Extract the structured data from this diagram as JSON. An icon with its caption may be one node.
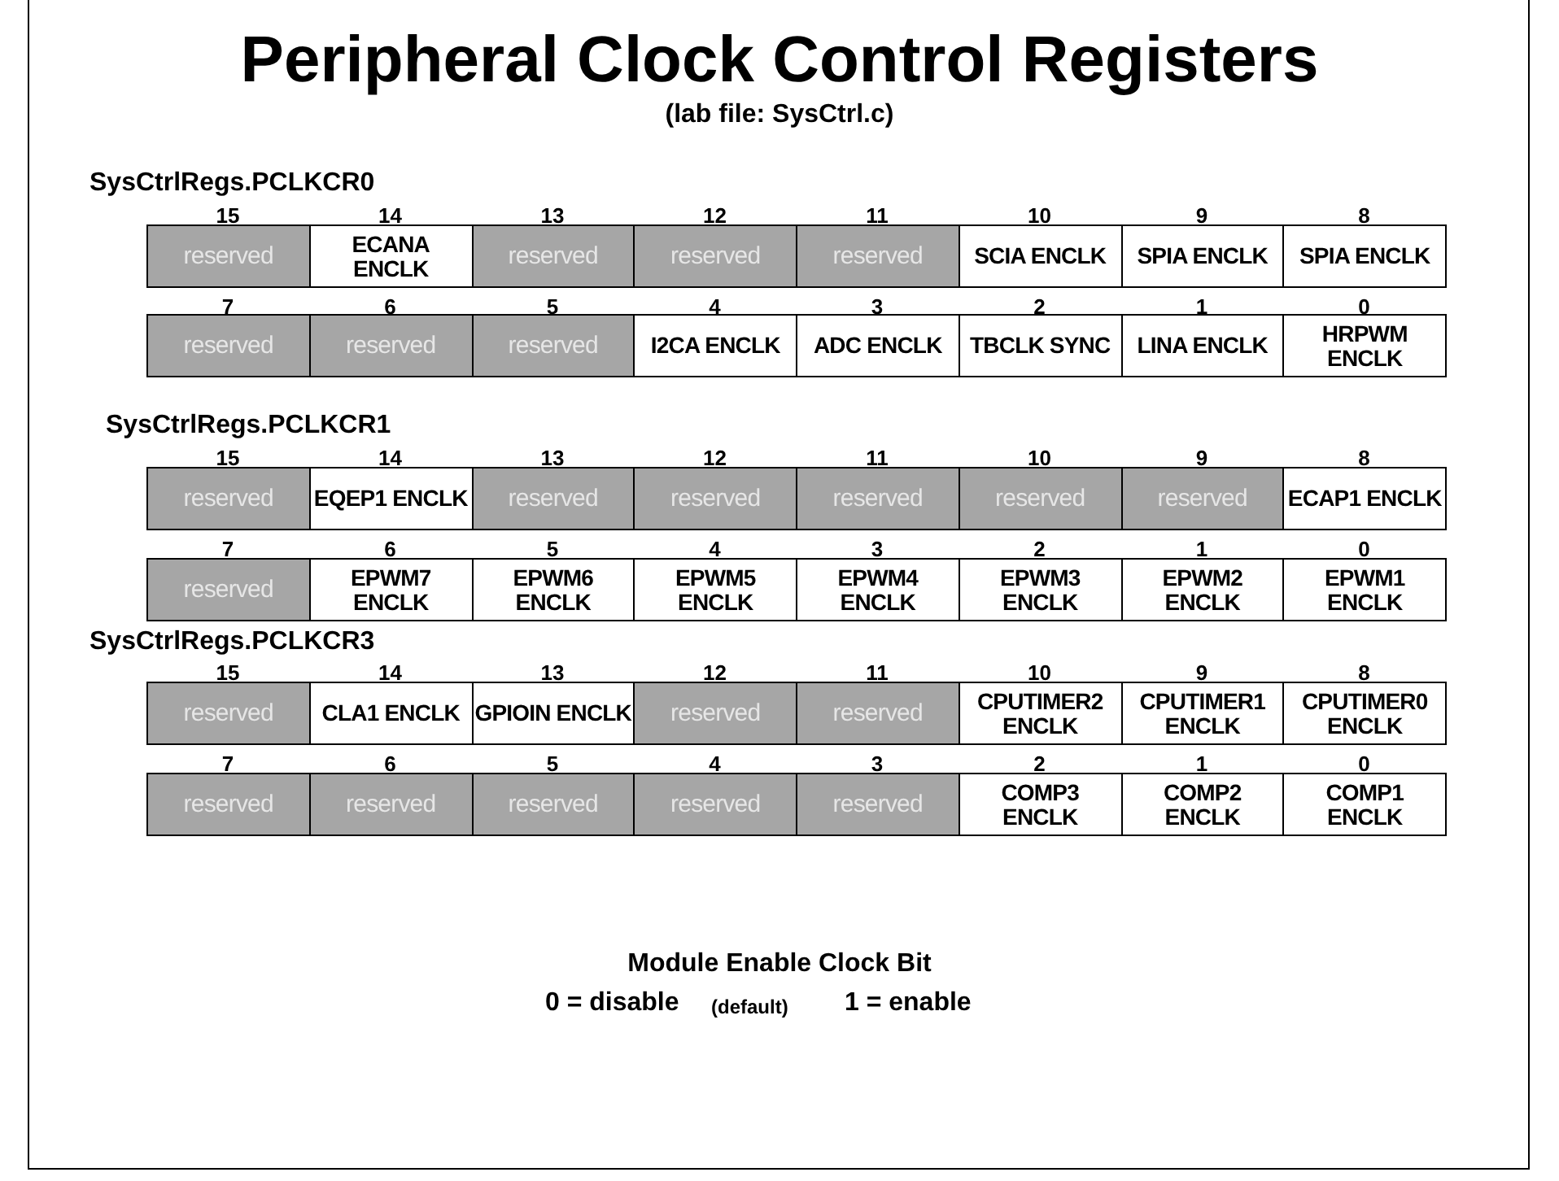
{
  "diagram": {
    "title": "Peripheral Clock Control Registers",
    "labels": [
      "(lab file: SysCtrl.c)",
      "SysCtrlRegs.PCLKCR0",
      "15",
      "14",
      "13",
      "12",
      "11",
      "10",
      "9",
      "8",
      "reserved",
      "ECANA ENCLK",
      "reserved",
      "reserved",
      "reserved",
      "SCIA ENCLK",
      "SPIA ENCLK",
      "SPIA ENCLK",
      "7",
      "6",
      "5",
      "4",
      "3",
      "2",
      "1",
      "0",
      "reserved",
      "reserved",
      "reserved",
      "I2CA ENCLK",
      "ADC ENCLK",
      "TBCLK SYNC",
      "LINA ENCLK",
      "HRPWM ENCLK",
      "SysCtrlRegs.PCLKCR1",
      "15",
      "14",
      "13",
      "12",
      "11",
      "10",
      "9",
      "8",
      "reserved",
      "EQEP1 ENCLK",
      "reserved",
      "reserved",
      "reserved",
      "reserved",
      "reserved",
      "ECAP1 ENCLK",
      "7",
      "6",
      "5",
      "4",
      "3",
      "2",
      "1",
      "0",
      "reserved",
      "EPWM7 ENCLK",
      "EPWM6 ENCLK",
      "EPWM5 ENCLK",
      "EPWM4 ENCLK",
      "EPWM3 ENCLK",
      "EPWM2 ENCLK",
      "EPWM1 ENCLK",
      "SysCtrlRegs.PCLKCR3",
      "15",
      "14",
      "13",
      "12",
      "11",
      "10",
      "9",
      "8",
      "reserved",
      "CLA1 ENCLK",
      "GPIOIN ENCLK",
      "reserved",
      "reserved",
      "CPUTIMER2 ENCLK",
      "CPUTIMER1 ENCLK",
      "CPUTIMER0 ENCLK",
      "7",
      "6",
      "5",
      "4",
      "3",
      "2",
      "1",
      "0",
      "reserved",
      "reserved",
      "reserved",
      "reserved",
      "reserved",
      "COMP3 ENCLK",
      "COMP2 ENCLK",
      "COMP1 ENCLK",
      "Module Enable Clock Bit",
      "0 = disable",
      "(default)",
      "1 = enable"
    ]
  }
}
